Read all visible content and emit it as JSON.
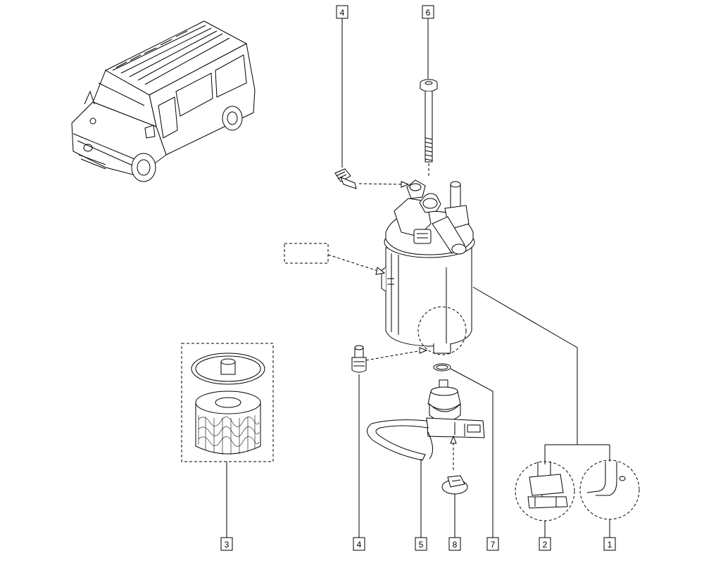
{
  "callouts": [
    {
      "id": "c4-top",
      "label": "4"
    },
    {
      "id": "c6",
      "label": "6"
    },
    {
      "id": "c3",
      "label": "3"
    },
    {
      "id": "c4-bottom",
      "label": "4"
    },
    {
      "id": "c5",
      "label": "5"
    },
    {
      "id": "c8",
      "label": "8"
    },
    {
      "id": "c7",
      "label": "7"
    },
    {
      "id": "c2",
      "label": "2"
    },
    {
      "id": "c1",
      "label": "1"
    }
  ],
  "icons": {
    "van": "van-illustration-icon",
    "filter_housing": "fuel-filter-housing-icon",
    "filter_element": "filter-element-icon",
    "bolt": "bolt-icon",
    "bleed_screw": "bleed-screw-icon",
    "heater_sensor": "heater-sensor-icon",
    "o_ring": "o-ring-icon",
    "clip": "clip-icon"
  }
}
